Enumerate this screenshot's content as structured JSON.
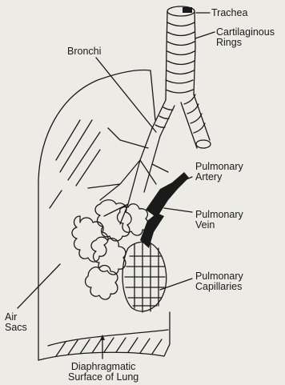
{
  "labels": {
    "trachea": "Trachea",
    "cartilaginous_rings": "Cartilaginous\nRings",
    "bronchi": "Bronchi",
    "pulmonary_artery": "Pulmonary\nArtery",
    "pulmonary_vein": "Pulmonary\nVein",
    "pulmonary_capillaries": "Pulmonary\nCapillaries",
    "air_sacs": "Air\nSacs",
    "diaphragmatic_surface": "Diaphragmatic\nSurface of Lung"
  },
  "colors": {
    "background": "#ecebe6",
    "ink": "#1a1a1a"
  }
}
